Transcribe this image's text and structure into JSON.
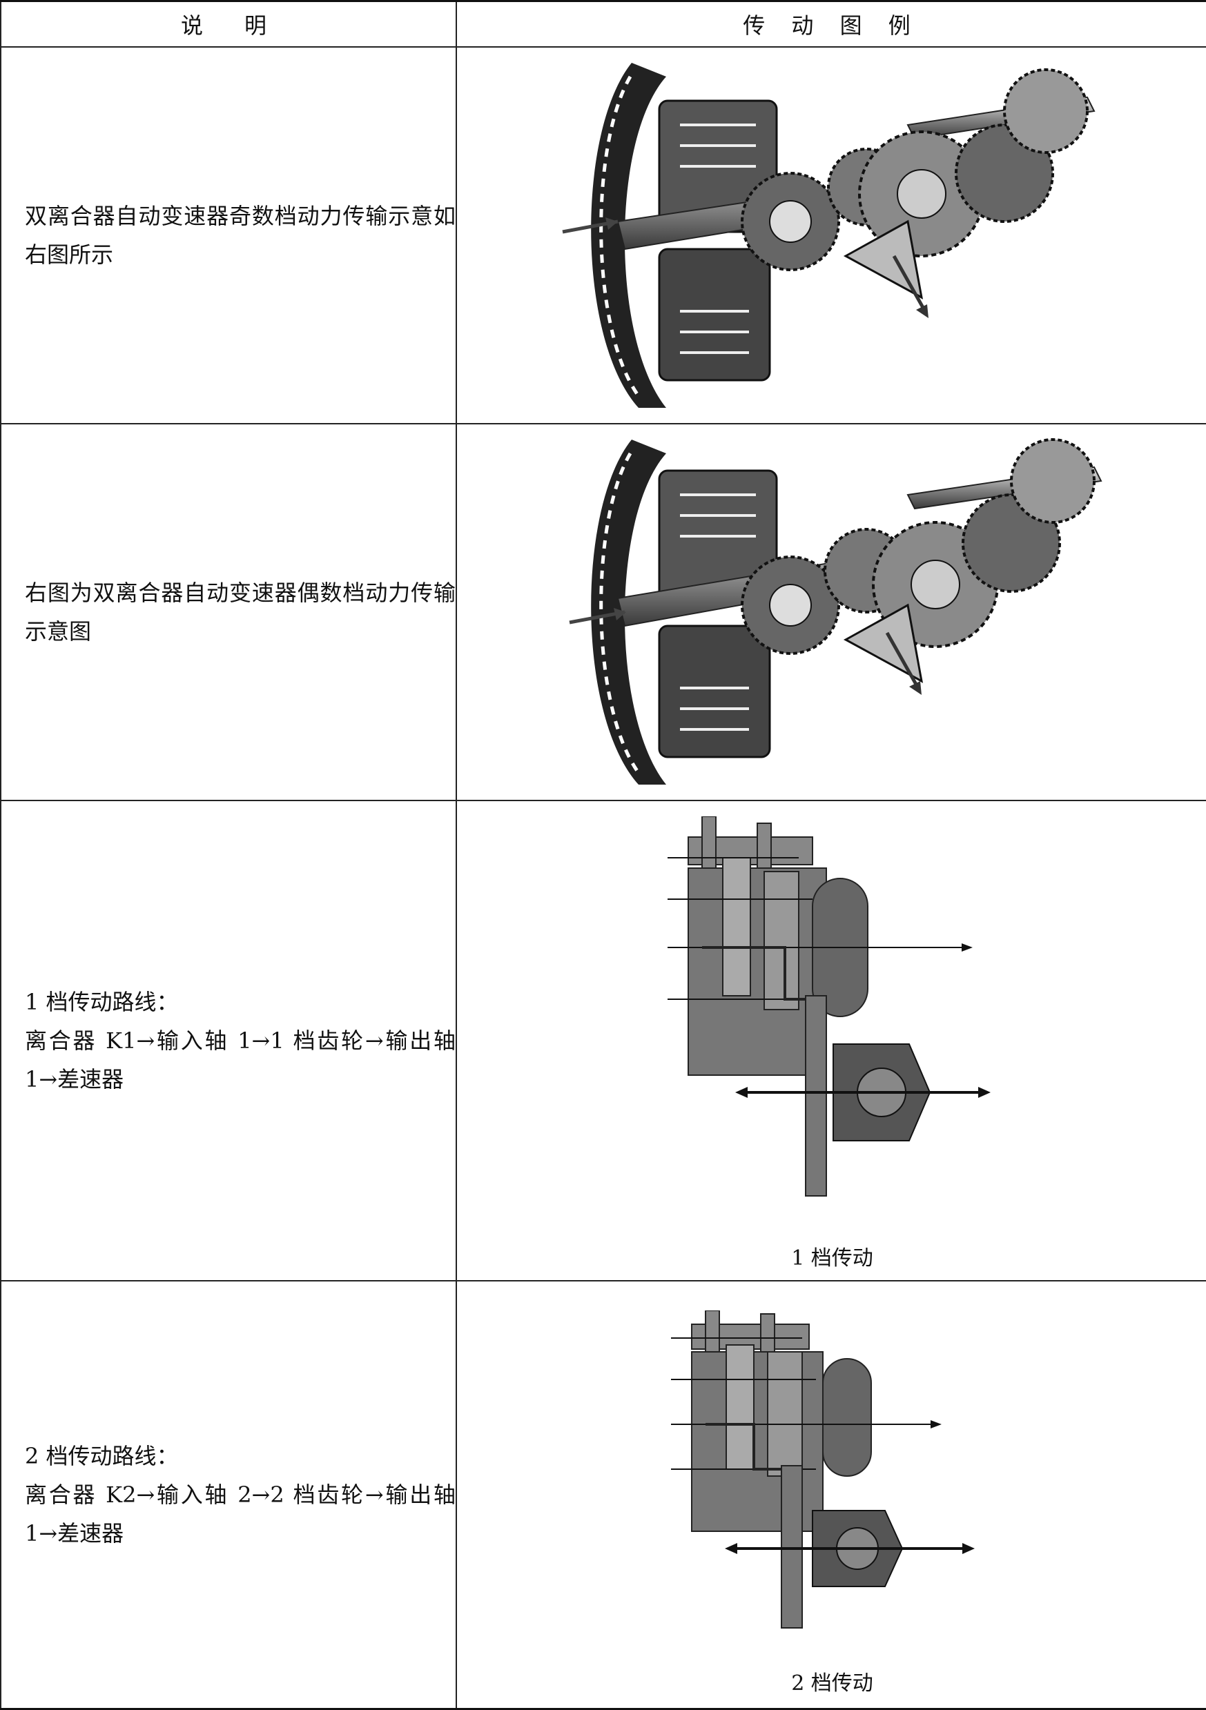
{
  "table": {
    "header": {
      "description": "说　明",
      "diagram": "传 动 图 例"
    },
    "rows": [
      {
        "text": [
          "双离合器自动变速器奇数档动力传输示意如右图所示"
        ],
        "figure_icon": "dual-clutch-cutaway-odd-gear-icon",
        "caption": ""
      },
      {
        "text": [
          "右图为双离合器自动变速器偶数档动力传输示意图"
        ],
        "figure_icon": "dual-clutch-cutaway-even-gear-icon",
        "caption": ""
      },
      {
        "text": [
          "1 档传动路线：",
          "离合器 K1→输入轴 1→1 档齿轮→输出轴 1→差速器"
        ],
        "figure_icon": "gear-1-power-flow-icon",
        "caption": "1 档传动"
      },
      {
        "text": [
          "2 档传动路线：",
          "离合器 K2→输入轴 2→2 档齿轮→输出轴 1→差速器"
        ],
        "figure_icon": "gear-2-power-flow-icon",
        "caption": "2 档传动"
      }
    ]
  }
}
